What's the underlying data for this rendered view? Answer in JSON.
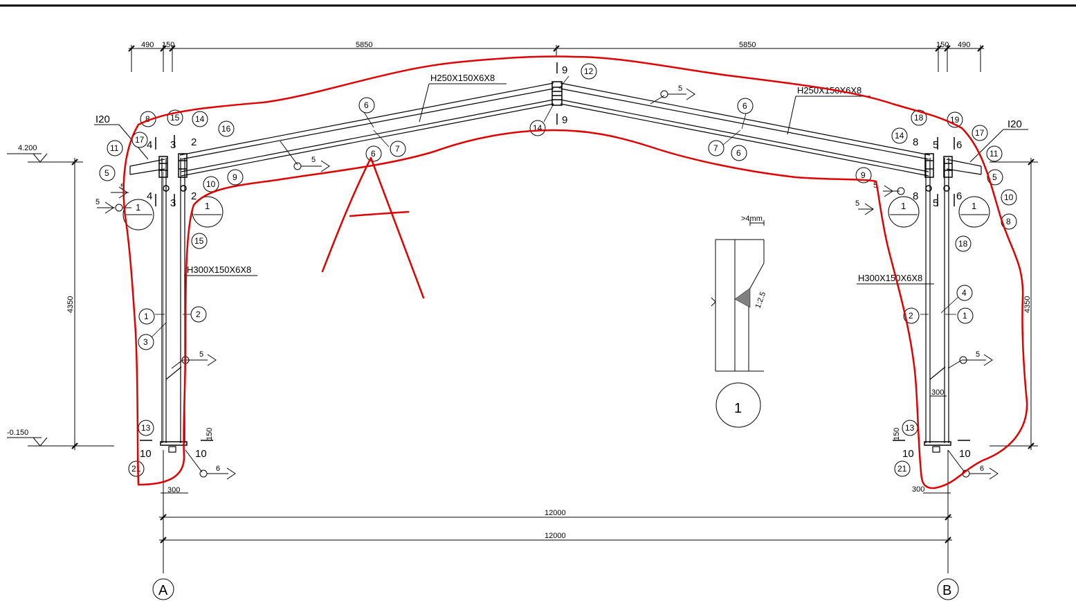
{
  "dimensions": {
    "top": [
      "490",
      "150",
      "5850",
      "5850",
      "150",
      "490"
    ],
    "height_left": "4350",
    "height_right": "4350",
    "span_1": "12000",
    "span_2": "12000",
    "base_left": "300",
    "base_right": "300",
    "col_right": "300",
    "plate_left": "150",
    "plate_right": "150",
    "taper": ">4mm",
    "slope": "1:2.5"
  },
  "elevations": {
    "eave": "4.200",
    "base": "-0.150"
  },
  "members": {
    "rafter_left": "H250X150X6X8",
    "rafter_right": "H250X150X6X8",
    "column_left": "H300X150X6X8",
    "column_right": "H300X150X6X8",
    "purlin_left": "I20",
    "purlin_right": "I20"
  },
  "grid": {
    "left": "A",
    "right": "B"
  },
  "annotation": "A",
  "detail_number": "1",
  "weld_size_5": "5",
  "weld_size_6": "6",
  "section_marks": {
    "apex_top": "9",
    "apex_bottom": "9",
    "left_a": "4",
    "left_b": "3",
    "left_c": "2",
    "right_a": "8",
    "right_b": "5",
    "right_c": "6",
    "base": "10"
  },
  "bubbles": {
    "b1": "1",
    "b2": "2",
    "b3": "3",
    "b4": "4",
    "b5": "5",
    "b6": "6",
    "b7": "7",
    "b8": "8",
    "b9": "9",
    "b10": "10",
    "b11": "11",
    "b12": "12",
    "b13": "13",
    "b14": "14",
    "b15": "15",
    "b16": "16",
    "b17": "17",
    "b18": "18",
    "b19": "19",
    "b21": "21"
  },
  "colors": {
    "ink": "#000000",
    "markup": "#e00000",
    "weld_fill": "#808080"
  }
}
